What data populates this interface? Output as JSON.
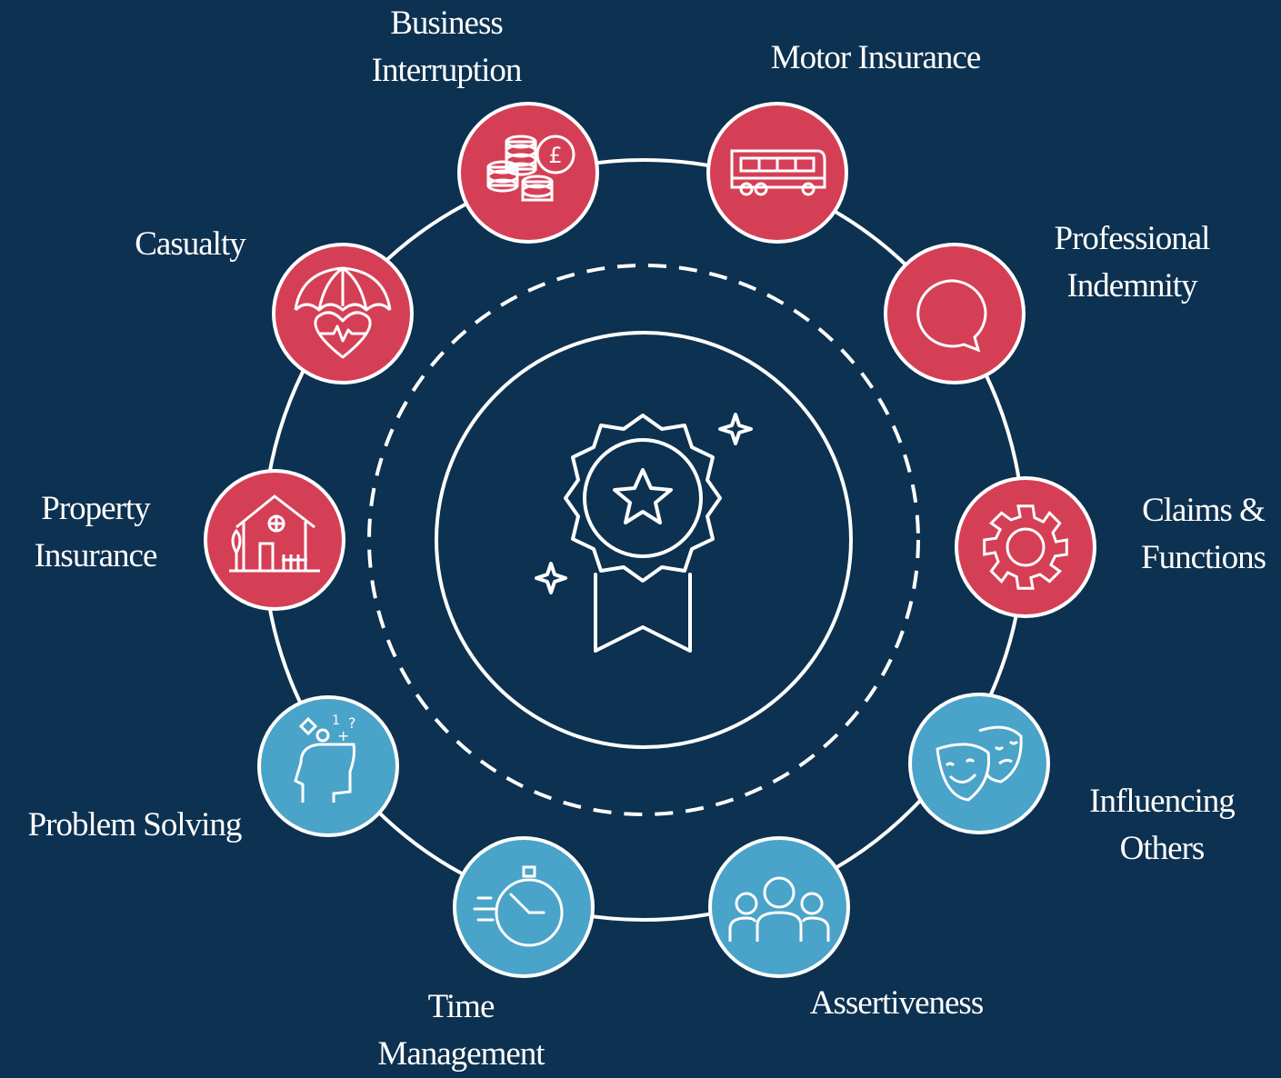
{
  "colors": {
    "background": "#0d3150",
    "line": "#ffffff",
    "insurance_node": "#d43f56",
    "skill_node": "#4aa3c8"
  },
  "center": {
    "icon": "award-rosette-star-icon"
  },
  "nodes": [
    {
      "id": "business-interruption",
      "label": [
        "Business",
        "Interruption"
      ],
      "group": "insurance",
      "icon": "coins-pound-icon"
    },
    {
      "id": "motor-insurance",
      "label": [
        "Motor Insurance"
      ],
      "group": "insurance",
      "icon": "bus-icon"
    },
    {
      "id": "professional-indemnity",
      "label": [
        "Professional",
        "Indemnity"
      ],
      "group": "insurance",
      "icon": "speech-bubble-icon"
    },
    {
      "id": "claims-functions",
      "label": [
        "Claims &",
        "Functions"
      ],
      "group": "insurance",
      "icon": "gear-icon"
    },
    {
      "id": "influencing-others",
      "label": [
        "Influencing",
        "Others"
      ],
      "group": "skill",
      "icon": "theatre-masks-icon"
    },
    {
      "id": "assertiveness",
      "label": [
        "Assertiveness"
      ],
      "group": "skill",
      "icon": "people-group-icon"
    },
    {
      "id": "time-management",
      "label": [
        "Time",
        "Management"
      ],
      "group": "skill",
      "icon": "stopwatch-icon"
    },
    {
      "id": "problem-solving",
      "label": [
        "Problem Solving"
      ],
      "group": "skill",
      "icon": "head-thinking-icon"
    },
    {
      "id": "property-insurance",
      "label": [
        "Property",
        "Insurance"
      ],
      "group": "insurance",
      "icon": "house-icon"
    },
    {
      "id": "casualty",
      "label": [
        "Casualty"
      ],
      "group": "insurance",
      "icon": "umbrella-heart-icon"
    }
  ]
}
